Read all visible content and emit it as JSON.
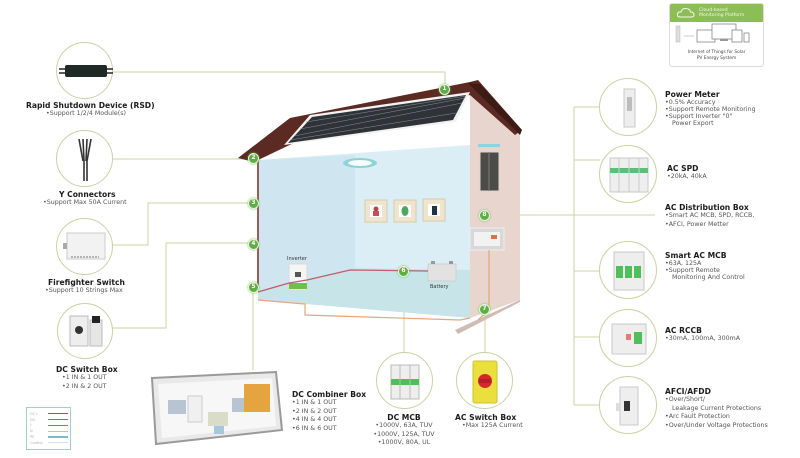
{
  "cloud_platform": {
    "header_line1": "Cloud-based",
    "header_line2": "Monitoring Platform",
    "footer_line1": "Internet of Things for Solar",
    "footer_line2": "PV Energy System",
    "icon": "cloud-icon"
  },
  "left_components": [
    {
      "title": "Rapid Shutdown Device (RSD)",
      "bullets": [
        "Support 1/2/4 Module(s)"
      ]
    },
    {
      "title": "Y Connectors",
      "bullets": [
        "Support Max 50A Current"
      ]
    },
    {
      "title": "Firefighter Switch",
      "bullets": [
        "Support 10 Strings Max"
      ]
    },
    {
      "title": "DC Switch Box",
      "bullets": [
        "1 IN & 1 OUT",
        "2 IN & 2 OUT"
      ]
    }
  ],
  "bottom_components": [
    {
      "title": "DC Combiner Box",
      "bullets": [
        "1 IN & 1 OUT",
        "2 IN & 2 OUT",
        "4 IN & 4 OUT",
        "6 IN & 6 OUT"
      ]
    },
    {
      "title": "DC MCB",
      "bullets": [
        "1000V, 63A, TUV",
        "1000V, 125A, TUV",
        "1000V, 80A, UL"
      ]
    },
    {
      "title": "AC Switch Box",
      "bullets": [
        "Max 125A Current"
      ]
    }
  ],
  "right_components": [
    {
      "title": "Power Meter",
      "bullets": [
        "0.5% Accuracy",
        "Support Remote Monitoring",
        "Support  Inverter \"0\"",
        "Power Export"
      ]
    },
    {
      "title": "AC SPD",
      "bullets": [
        "20kA, 40kA"
      ]
    },
    {
      "title": "AC Distribution Box",
      "bullets": [
        "Smart AC MCB, SPD, RCCB,",
        "AFCI, Power Metter"
      ]
    },
    {
      "title": "Smart AC MCB",
      "bullets": [
        "63A, 125A",
        "Support Remote",
        "Monitoring And Control"
      ]
    },
    {
      "title": "AC RCCB",
      "bullets": [
        "30mA, 100mA, 300mA"
      ]
    },
    {
      "title": "AFCI/AFDD",
      "bullets": [
        "Over/Short/",
        "Leakage Current Protections",
        "Arc Fault Protection",
        "Over/Under Voltage Protections"
      ]
    }
  ],
  "house": {
    "inverter_label": "Inverter",
    "battery_label": "Battery",
    "markers": [
      "1",
      "2",
      "3",
      "4",
      "5",
      "6",
      "7",
      "8"
    ]
  },
  "legend": {
    "items": [
      {
        "label": "DC+",
        "color": "#9b5a5a"
      },
      {
        "label": "DC-",
        "color": "#8e7070"
      },
      {
        "label": "L",
        "color": "#b36464"
      },
      {
        "label": "N",
        "color": "#e3bb82"
      },
      {
        "label": "PE",
        "color": "#7fb8c8"
      },
      {
        "label": "Control",
        "color": "#cfe5ee"
      }
    ]
  },
  "colors": {
    "accent_green": "#5fae45",
    "ring": "#c7d3a4",
    "roof": "#5a2a23",
    "wall": "#e8d6cf",
    "interior": "#d8ecf4"
  }
}
